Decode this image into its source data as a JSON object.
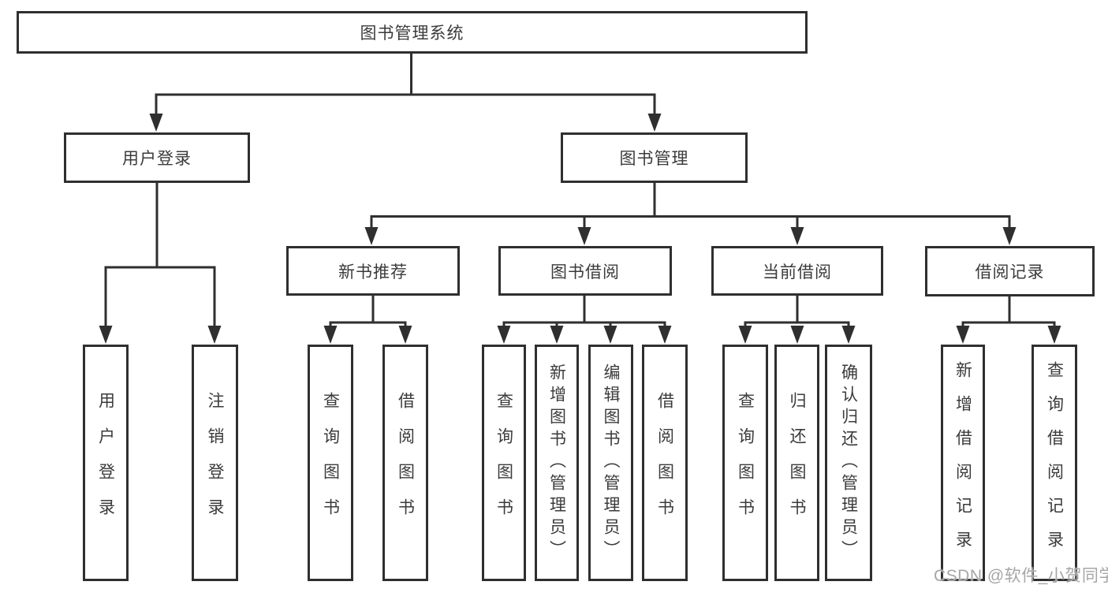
{
  "diagram": {
    "title": "图书管理系统",
    "user_login": {
      "label": "用户登录",
      "children": [
        {
          "label": "用户登录"
        },
        {
          "label": "注销登录"
        }
      ]
    },
    "book_management": {
      "label": "图书管理",
      "groups": [
        {
          "label": "新书推荐",
          "children": [
            {
              "label": "查询图书"
            },
            {
              "label": "借阅图书"
            }
          ]
        },
        {
          "label": "图书借阅",
          "children": [
            {
              "label": "查询图书"
            },
            {
              "label": "新增图书（管理员）"
            },
            {
              "label": "编辑图书（管理员）"
            },
            {
              "label": "借阅图书"
            }
          ]
        },
        {
          "label": "当前借阅",
          "children": [
            {
              "label": "查询图书"
            },
            {
              "label": "归还图书"
            },
            {
              "label": "确认归还（管理员）"
            }
          ]
        },
        {
          "label": "借阅记录",
          "children": [
            {
              "label": "新增借阅记录"
            },
            {
              "label": "查询借阅记录"
            }
          ]
        }
      ]
    }
  },
  "watermark": "CSDN @软件_小贺同学",
  "colors": {
    "line": "#2f2f2f",
    "text": "#3b3b3b",
    "watermark": "#a6a6a6",
    "background": "#ffffff"
  }
}
